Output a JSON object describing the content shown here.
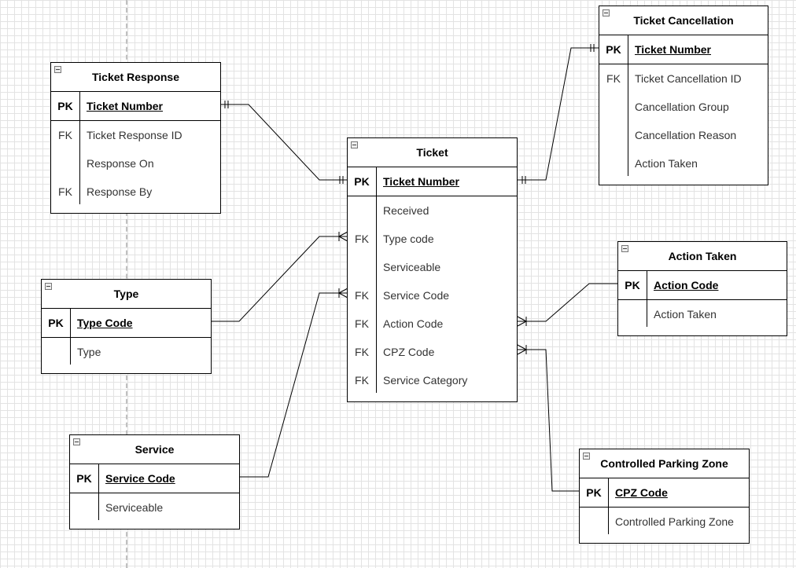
{
  "diagram": {
    "entities": [
      {
        "id": "ticket_cancellation",
        "title": "Ticket Cancellation",
        "pk": {
          "key": "PK",
          "name": "Ticket Number"
        },
        "fields": [
          {
            "key": "FK",
            "name": "Ticket Cancellation ID"
          },
          {
            "key": "",
            "name": "Cancellation Group"
          },
          {
            "key": "",
            "name": "Cancellation Reason"
          },
          {
            "key": "",
            "name": "Action Taken"
          }
        ]
      },
      {
        "id": "ticket_response",
        "title": "Ticket Response",
        "pk": {
          "key": "PK",
          "name": "Ticket Number"
        },
        "fields": [
          {
            "key": "FK",
            "name": "Ticket Response ID"
          },
          {
            "key": "",
            "name": "Response On"
          },
          {
            "key": "FK",
            "name": "Response By"
          }
        ]
      },
      {
        "id": "ticket",
        "title": "Ticket",
        "pk": {
          "key": "PK",
          "name": "Ticket Number"
        },
        "fields": [
          {
            "key": "",
            "name": "Received"
          },
          {
            "key": "FK",
            "name": "Type code"
          },
          {
            "key": "",
            "name": "Serviceable"
          },
          {
            "key": "FK",
            "name": "Service Code"
          },
          {
            "key": "FK",
            "name": "Action Code"
          },
          {
            "key": "FK",
            "name": "CPZ Code"
          },
          {
            "key": "FK",
            "name": "Service Category"
          }
        ]
      },
      {
        "id": "action_taken",
        "title": "Action Taken",
        "pk": {
          "key": "PK",
          "name": "Action Code"
        },
        "fields": [
          {
            "key": "",
            "name": "Action Taken"
          }
        ]
      },
      {
        "id": "type",
        "title": "Type",
        "pk": {
          "key": "PK",
          "name": "Type Code"
        },
        "fields": [
          {
            "key": "",
            "name": "Type"
          }
        ]
      },
      {
        "id": "service",
        "title": "Service",
        "pk": {
          "key": "PK",
          "name": "Service Code"
        },
        "fields": [
          {
            "key": "",
            "name": "Serviceable"
          }
        ]
      },
      {
        "id": "cpz",
        "title": "Controlled Parking Zone",
        "pk": {
          "key": "PK",
          "name": "CPZ Code"
        },
        "fields": [
          {
            "key": "",
            "name": "Controlled Parking Zone"
          }
        ]
      }
    ],
    "relationships": [
      {
        "from": "ticket_response",
        "to": "ticket",
        "cardinality": "one-to-one"
      },
      {
        "from": "ticket_cancellation",
        "to": "ticket",
        "cardinality": "one-to-one"
      },
      {
        "from": "type",
        "to": "ticket",
        "cardinality": "one-to-many"
      },
      {
        "from": "service",
        "to": "ticket",
        "cardinality": "one-to-many"
      },
      {
        "from": "action_taken",
        "to": "ticket",
        "cardinality": "one-to-many"
      },
      {
        "from": "cpz",
        "to": "ticket",
        "cardinality": "one-to-many"
      }
    ]
  }
}
